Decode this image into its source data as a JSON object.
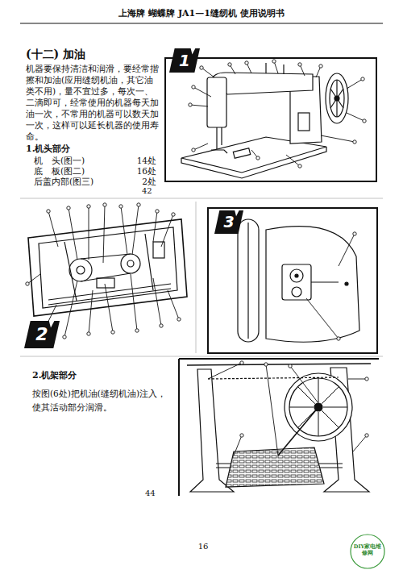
{
  "diagram": {
    "title": "上海牌 蝴蝶牌 JA1—1缝纫机 使用说明书",
    "nodes": [
      {
        "text": [
          "1"
        ]
      },
      {
        "text": [
          "2"
        ]
      },
      {
        "text": [
          "3"
        ]
      }
    ],
    "labels": [
      "(十二) 加油",
      "机器要保持清洁和润滑，要经常揩擦和加油(应用缝纫机油，其它油类不用)，量不宜过多，每次一、二滴即可，经常使用的机器每天加油一次，不常用的机器可以数天加一次，这样可以延长机器的使用寿命。",
      "1.机头部分",
      "机　头(图一)",
      "14处",
      "底　板(图二)",
      "16处",
      "后盖内部(图三)",
      "2处",
      "42",
      "2.机架部分",
      "按图(6处)把机油(缝纫机油)注入，使其活动部分润滑。",
      "44",
      "16",
      "DIY家电维修网"
    ]
  }
}
